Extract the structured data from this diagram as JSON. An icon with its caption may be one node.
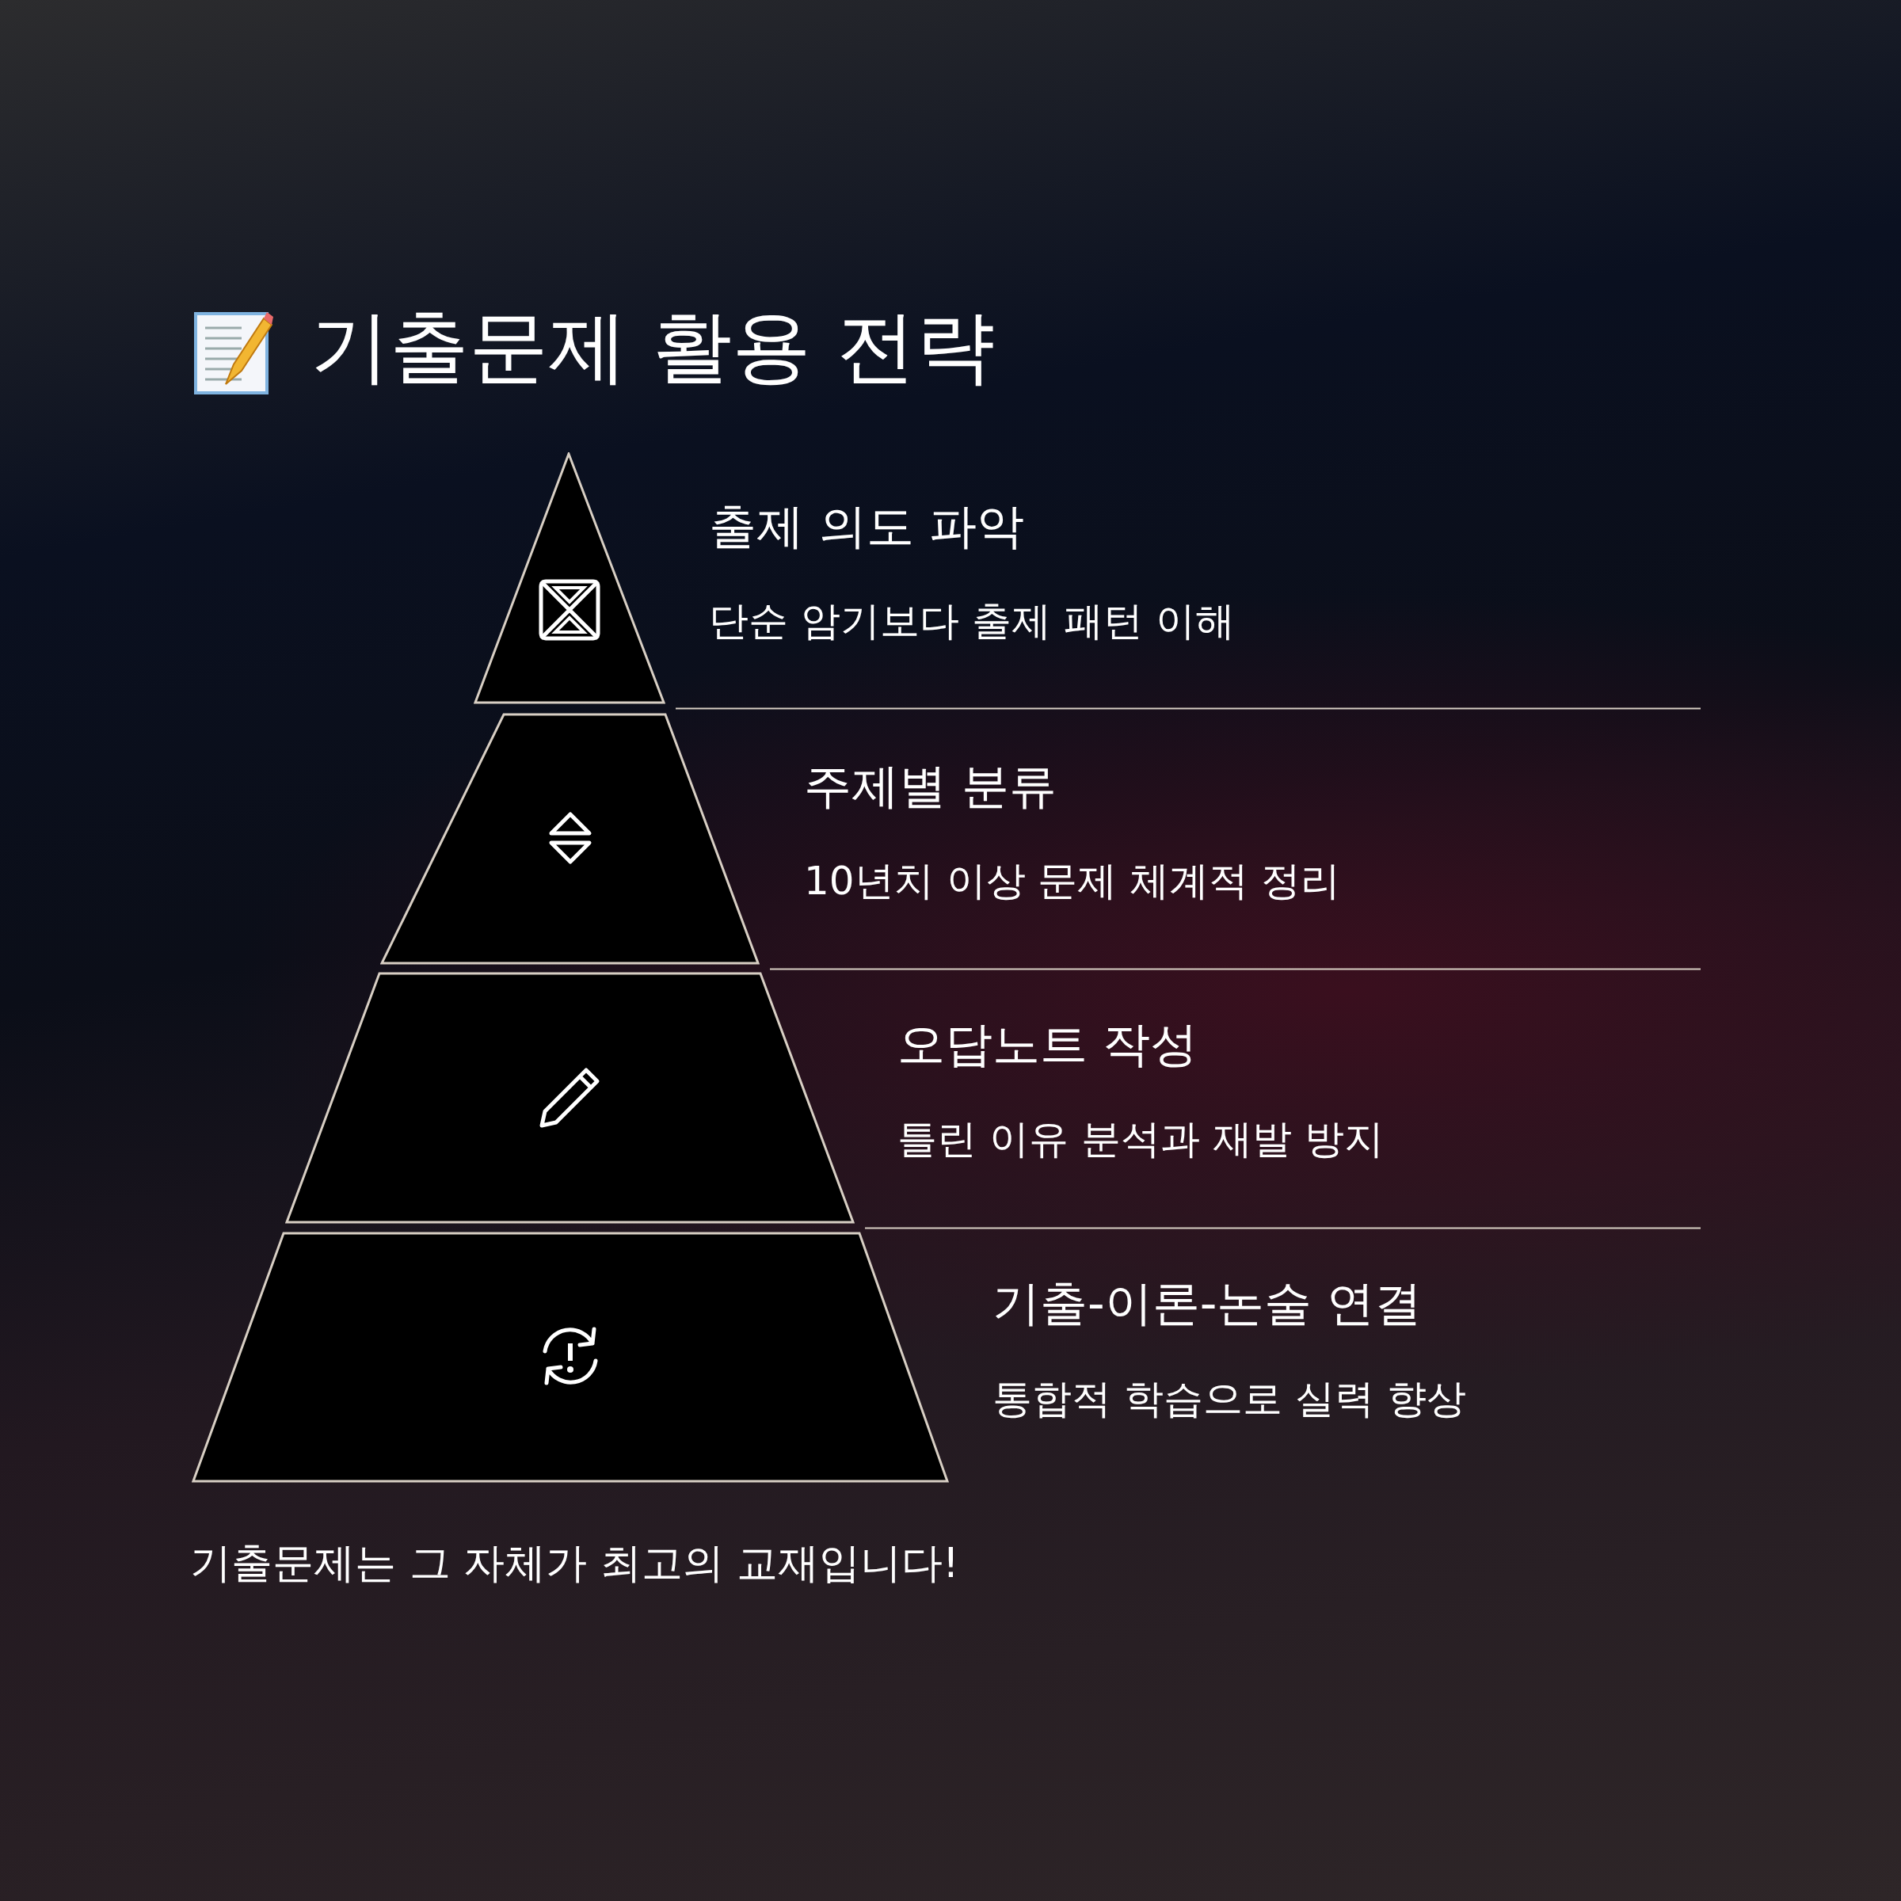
{
  "diagram": {
    "title": "기출문제 활용 전략",
    "nodes": [
      {
        "text": [
          "출제 의도 파악",
          "단순 암기보다 출제 패턴 이해"
        ]
      },
      {
        "text": [
          "주제별 분류",
          "10년치 이상 문제 체계적 정리"
        ]
      },
      {
        "text": [
          "오답노트 작성",
          "틀린 이유 분석과 재발 방지"
        ]
      },
      {
        "text": [
          "기출-이론-논술 연결",
          "통합적 학습으로 실력 향상"
        ]
      }
    ],
    "caption": "기출문제는 그 자체가 최고의 교재입니다!"
  }
}
